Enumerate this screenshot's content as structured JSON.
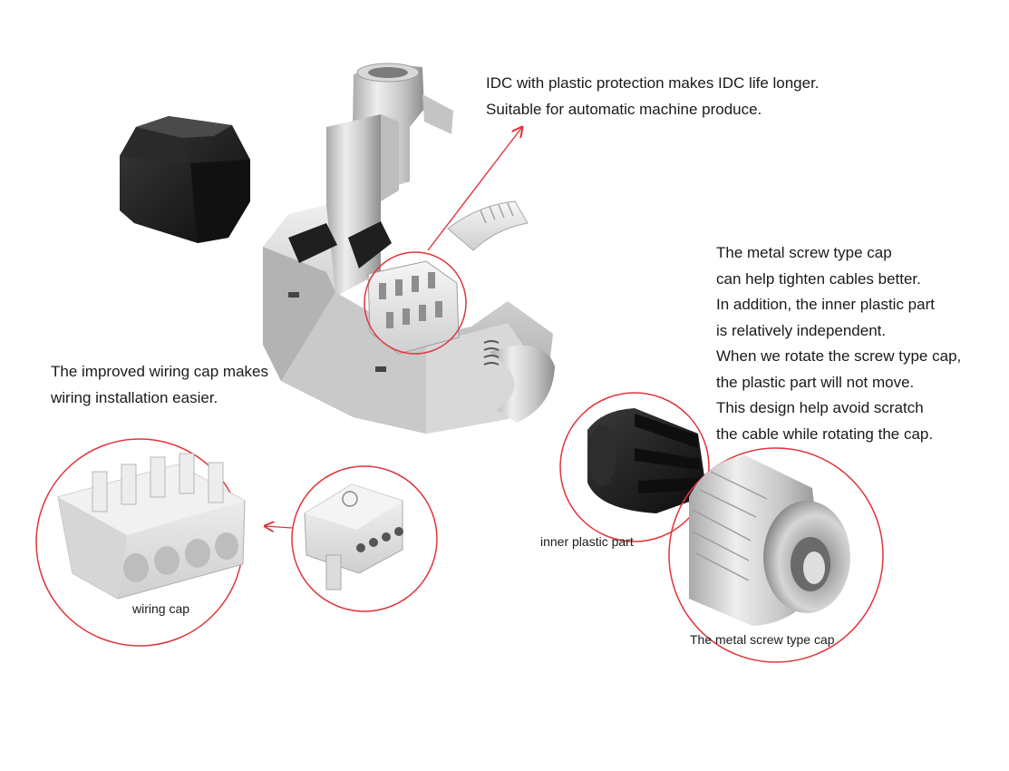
{
  "annotations": {
    "idc_note": {
      "lines": [
        "IDC with plastic protection makes IDC life longer.",
        "Suitable for automatic machine produce."
      ]
    },
    "screw_cap_note": {
      "lines": [
        "The metal screw type cap",
        "can help tighten cables better.",
        "In addition, the inner plastic part",
        "is relatively independent.",
        "When we rotate the screw type cap,",
        "the plastic part will not move.",
        "This design help avoid scratch",
        "the cable while rotating the cap."
      ]
    },
    "wiring_cap_note": {
      "lines": [
        "The improved wiring cap makes",
        "wiring installation easier."
      ]
    }
  },
  "labels": {
    "wiring_cap": "wiring cap",
    "inner_plastic_part": "inner plastic part",
    "metal_screw_cap": "The metal screw type cap"
  },
  "colors": {
    "callout_red": "#e0353a",
    "metal_light": "#e6e6e6",
    "metal_mid": "#b9b9b9",
    "metal_dark": "#8a8a8a",
    "plastic_black": "#1c1c1c",
    "plastic_white": "#ececec"
  }
}
